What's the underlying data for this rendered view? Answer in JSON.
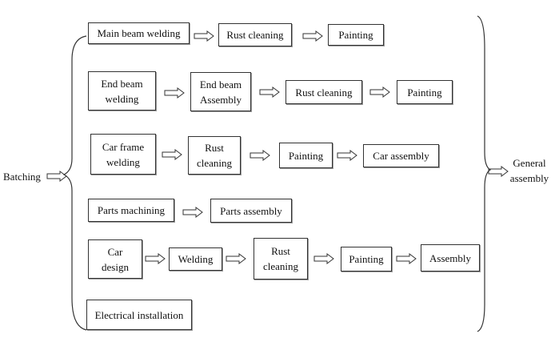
{
  "diagram": {
    "start": "Batching",
    "end": "General\nassembly",
    "rows": [
      [
        "Main beam welding",
        "Rust cleaning",
        "Painting"
      ],
      [
        "End beam\nwelding",
        "End beam\nAssembly",
        "Rust  cleaning",
        "Painting"
      ],
      [
        "Car frame\nwelding",
        "Rust\ncleaning",
        "Painting",
        "Car assembly"
      ],
      [
        "Parts machining",
        "Parts assembly"
      ],
      [
        "Car\ndesign",
        "Welding",
        "Rust\ncleaning",
        "Painting",
        "Assembly"
      ],
      [
        "Electrical installation"
      ]
    ]
  }
}
